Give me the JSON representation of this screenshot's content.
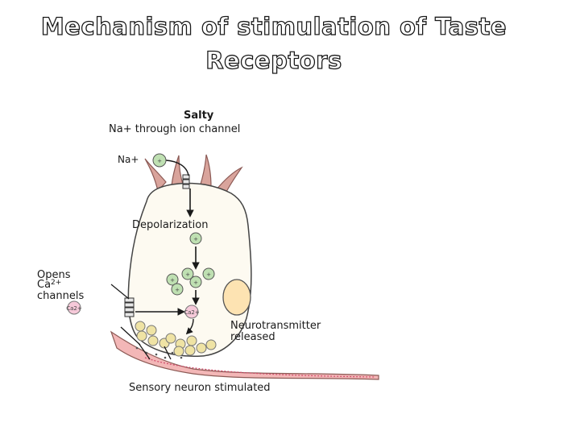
{
  "title": {
    "line1": "Mechanism of stimulation of Taste",
    "line2": "Receptors"
  },
  "diagram": {
    "heading": "Salty",
    "subheading": "Na+ through ion channel",
    "na_label": "Na+",
    "ion_plus": "+",
    "ca_ion": "Ca2+",
    "depolarization": "Depolarization",
    "opens": "Opens",
    "ca_channels_1": "Ca",
    "ca_channels_sup": "2+",
    "ca_channels_2": "channels",
    "neurotransmitter_1": "Neurotransmitter",
    "neurotransmitter_2": "released",
    "sensory": "Sensory neuron stimulated"
  },
  "colors": {
    "cell_fill": "#fdfaf1",
    "microvilli": "#d9a49c",
    "ion_fill": "#bfe0b2",
    "ca_ion_fill": "#f6c9d9",
    "vesicle_fill": "#efe3a4",
    "nucleus_fill": "#fde3b2",
    "neuron_fill": "#f3b7b7"
  }
}
